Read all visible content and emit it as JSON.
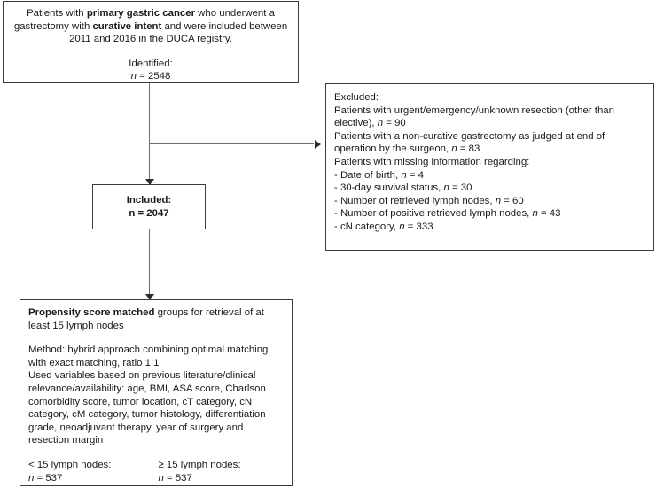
{
  "figure": {
    "type": "flowchart",
    "title": "Patient selection flowchart (DUCA registry, gastric cancer)"
  },
  "boxes": {
    "identified": {
      "name": "identified-box",
      "intro_part1": "Patients with ",
      "intro_bold1": "primary gastric cancer",
      "intro_part2": " who underwent a gastrectomy with ",
      "intro_bold2": "curative intent",
      "intro_part3": " and were included between 2011 and 2016 in the DUCA registry.",
      "label": "Identified:",
      "n_prefix": "n",
      "n_value": " = 2548"
    },
    "excluded": {
      "name": "excluded-box",
      "heading": "Excluded:",
      "lines": [
        {
          "text": "Patients with urgent/emergency/unknown resection (other than elective), ",
          "n_prefix": "n",
          "n_value": " = 90"
        },
        {
          "text": "Patients with a non-curative gastrectomy as judged at end of operation by the surgeon, ",
          "n_prefix": "n",
          "n_value": " = 83"
        }
      ],
      "missing_heading": "Patients with missing information regarding:",
      "missing_items": [
        {
          "text": "- Date of birth, ",
          "n_prefix": "n",
          "n_value": " = 4"
        },
        {
          "text": "- 30-day survival status, ",
          "n_prefix": "n",
          "n_value": " = 30"
        },
        {
          "text": "- Number of retrieved lymph nodes, ",
          "n_prefix": "n",
          "n_value": " = 60"
        },
        {
          "text": "- Number of positive retrieved lymph nodes, ",
          "n_prefix": "n",
          "n_value": " = 43"
        },
        {
          "text": "- cN category, ",
          "n_prefix": "n",
          "n_value": " = 333"
        }
      ]
    },
    "included": {
      "name": "included-box",
      "label": "Included:",
      "n_text": "n = 2047"
    },
    "propensity": {
      "name": "propensity-score-matched-box",
      "head_bold": "Propensity score matched",
      "head_rest": " groups for retrieval of at least 15 lymph nodes",
      "method": "Method:  hybrid approach combining optimal matching with exact matching, ratio 1:1",
      "variables": "Used variables based on previous literature/clinical relevance/availability: age, BMI, ASA score, Charlson comorbidity score, tumor location, cT category, cN category, cM category, tumor histology, differentiation grade, neoadjuvant therapy, year of surgery and resection margin",
      "groups": [
        {
          "label": "< 15 lymph nodes:",
          "n_prefix": "n",
          "n_value": " = 537"
        },
        {
          "label": "≥ 15 lymph nodes:",
          "n_prefix": "n",
          "n_value": " = 537"
        }
      ]
    }
  },
  "connectors": [
    {
      "name": "connector-identified-to-included",
      "kind": "vertical-arrow-down"
    },
    {
      "name": "connector-identified-to-excluded",
      "kind": "horizontal-arrow-right"
    },
    {
      "name": "connector-included-to-propensity",
      "kind": "vertical-arrow-down"
    }
  ],
  "colors": {
    "box_border": "#3c3c3c",
    "connector": "#6e6e6e",
    "arrow": "#2b2b2b",
    "text": "#1a1a1a",
    "background": "#ffffff"
  }
}
